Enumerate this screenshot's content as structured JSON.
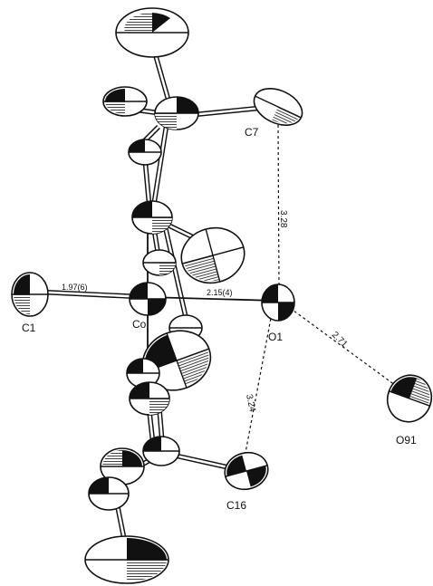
{
  "atom_labels": {
    "C7": "C7",
    "C1": "C1",
    "Co": "Co",
    "O1": "O1",
    "O91": "O91",
    "C16": "C16"
  },
  "bond_lengths": {
    "co_c1": "1.97(6)",
    "co_o1": "2.15(4)"
  },
  "contact_distances": {
    "c7_o1": "3.28",
    "o1_o91": "2.71",
    "o1_c16": "3.24"
  },
  "colors": {
    "ink": "#111111",
    "background": "#ffffff"
  }
}
